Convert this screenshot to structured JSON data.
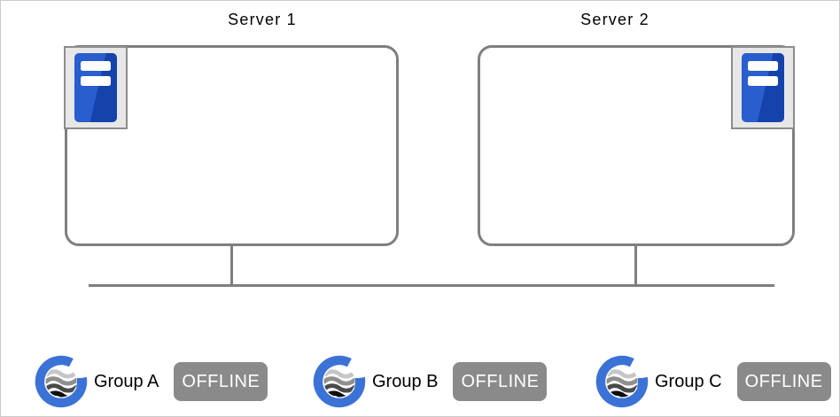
{
  "diagram": {
    "servers": [
      {
        "label": "Server 1"
      },
      {
        "label": "Server 2"
      }
    ],
    "groups": [
      {
        "label": "Group A",
        "status": "OFFLINE"
      },
      {
        "label": "Group B",
        "status": "OFFLINE"
      },
      {
        "label": "Group C",
        "status": "OFFLINE"
      }
    ],
    "icons": {
      "server": "server-tower-icon",
      "group": "group-globe-logo"
    },
    "colors": {
      "box_border": "#7f7f7f",
      "connector_line": "#7f7f7f",
      "icon_plate_bg": "#e7e7e7",
      "server_icon_blue_light": "#2a5dce",
      "server_icon_blue_dark": "#1543ab",
      "logo_blue": "#3b72d6",
      "status_badge_bg": "#8a8a8a",
      "status_badge_text": "#ffffff"
    }
  }
}
